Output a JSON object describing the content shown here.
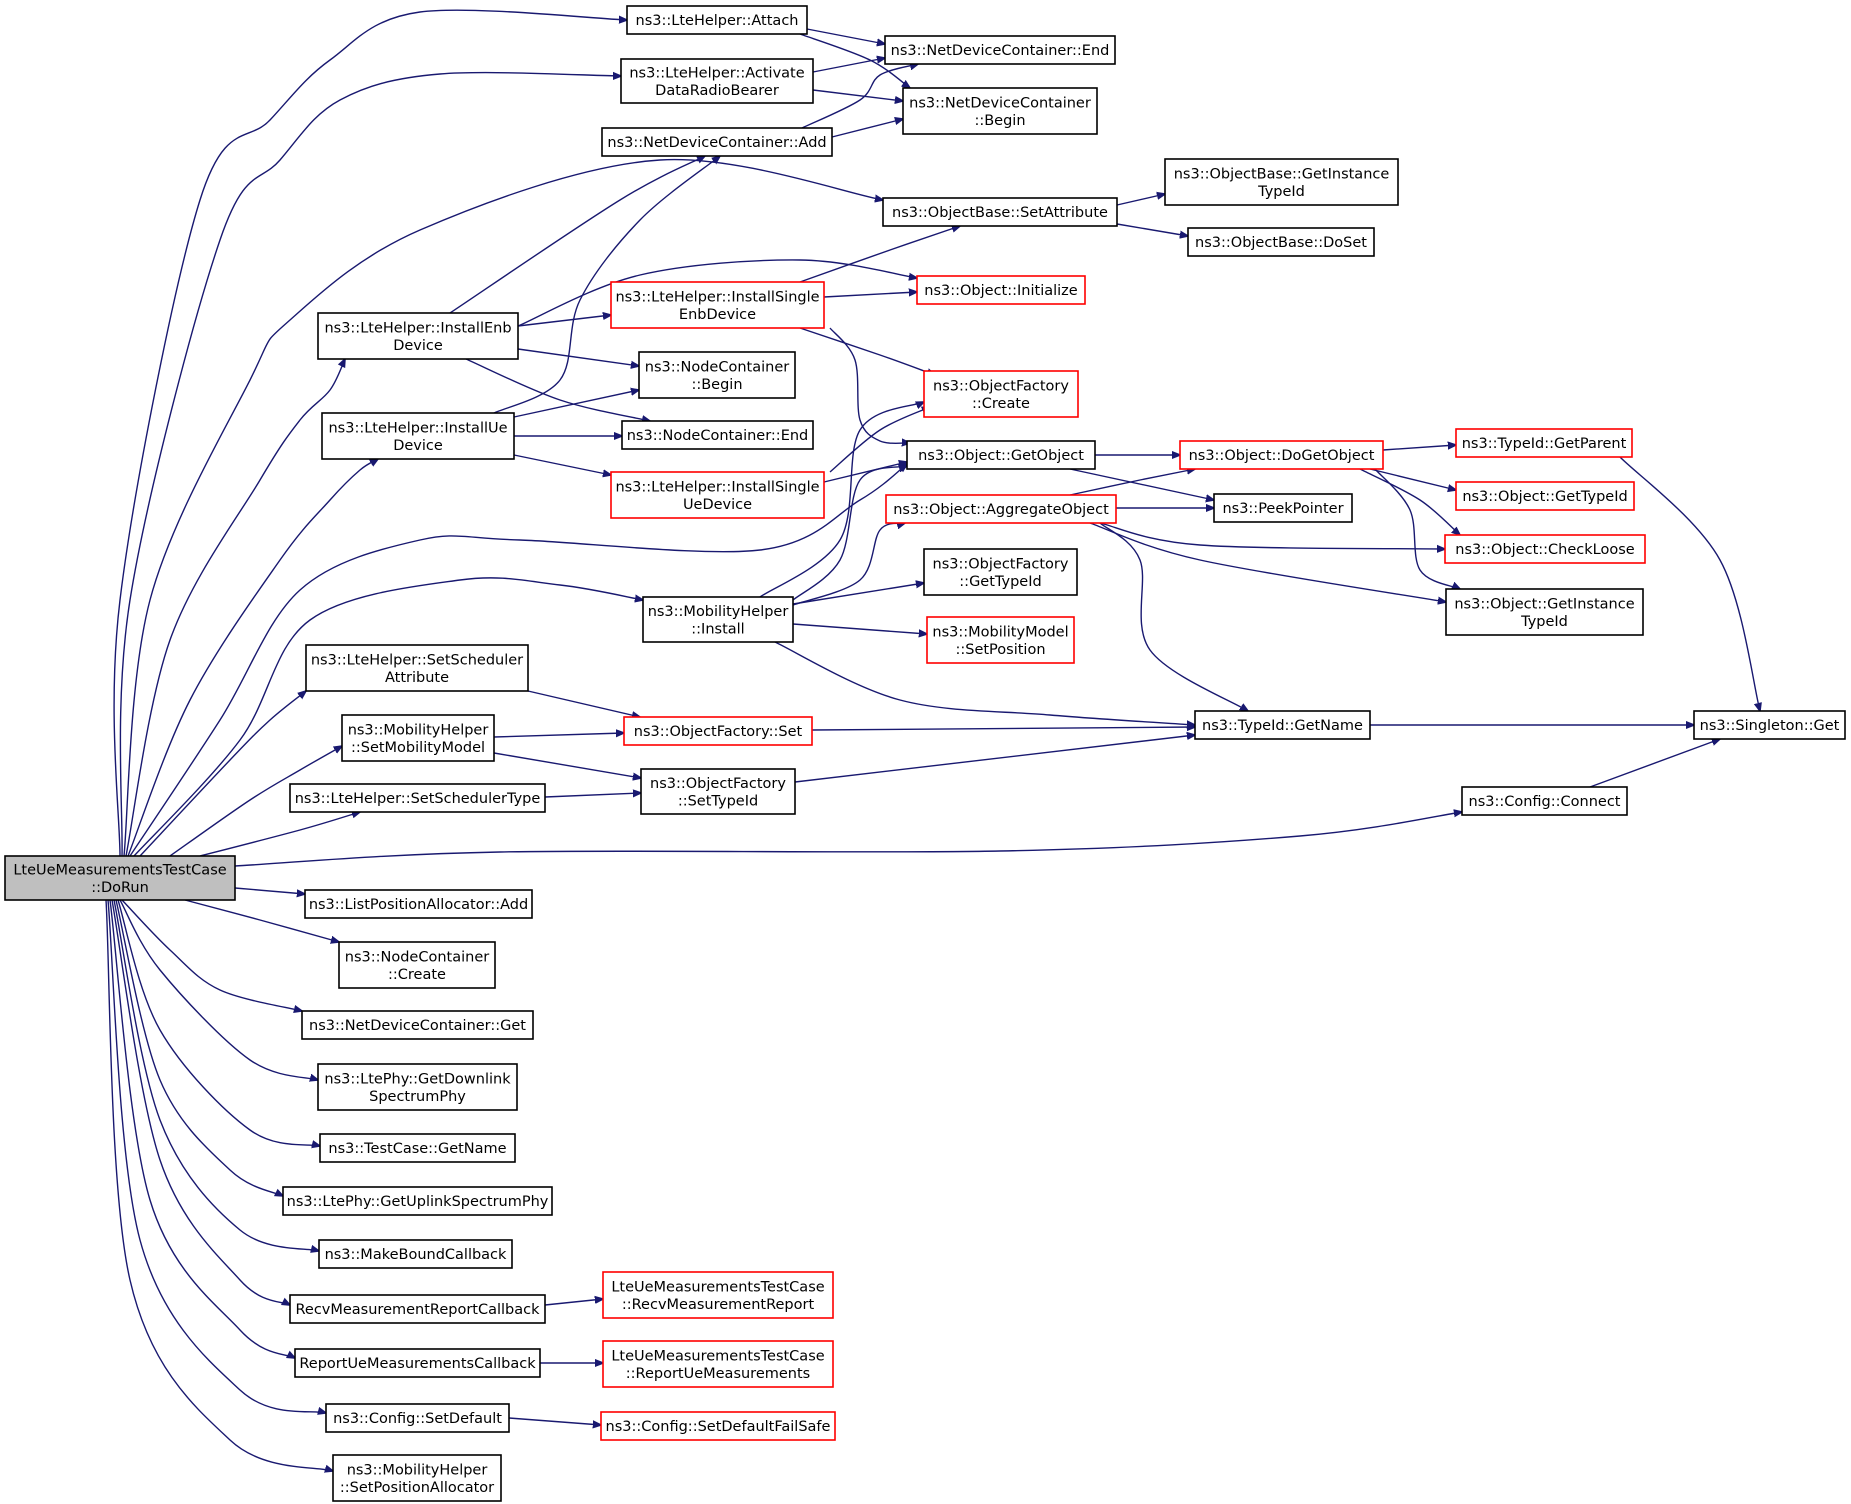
{
  "graph": {
    "edge_color": "#191970",
    "boundary_color_red": "#ff0000",
    "root_fill": "#bfbfbf",
    "nodes": [
      {
        "id": "doRun",
        "lines": [
          "LteUeMeasurementsTestCase",
          "::DoRun"
        ],
        "style": "root"
      },
      {
        "id": "attach",
        "lines": [
          "ns3::LteHelper::Attach"
        ],
        "style": "black"
      },
      {
        "id": "activateDRB",
        "lines": [
          "ns3::LteHelper::Activate",
          "DataRadioBearer"
        ],
        "style": "black"
      },
      {
        "id": "ndcAdd",
        "lines": [
          "ns3::NetDeviceContainer::Add"
        ],
        "style": "black"
      },
      {
        "id": "ndcEnd",
        "lines": [
          "ns3::NetDeviceContainer::End"
        ],
        "style": "black"
      },
      {
        "id": "ndcBegin",
        "lines": [
          "ns3::NetDeviceContainer",
          "::Begin"
        ],
        "style": "black"
      },
      {
        "id": "obGetInstanceTypeId",
        "lines": [
          "ns3::ObjectBase::GetInstance",
          "TypeId"
        ],
        "style": "black"
      },
      {
        "id": "obSetAttribute",
        "lines": [
          "ns3::ObjectBase::SetAttribute"
        ],
        "style": "black"
      },
      {
        "id": "obDoSet",
        "lines": [
          "ns3::ObjectBase::DoSet"
        ],
        "style": "black"
      },
      {
        "id": "objInitialize",
        "lines": [
          "ns3::Object::Initialize"
        ],
        "style": "red"
      },
      {
        "id": "installSingleEnb",
        "lines": [
          "ns3::LteHelper::InstallSingle",
          "EnbDevice"
        ],
        "style": "red"
      },
      {
        "id": "installEnb",
        "lines": [
          "ns3::LteHelper::InstallEnb",
          "Device"
        ],
        "style": "black"
      },
      {
        "id": "ncBegin",
        "lines": [
          "ns3::NodeContainer",
          "::Begin"
        ],
        "style": "black"
      },
      {
        "id": "ofCreate",
        "lines": [
          "ns3::ObjectFactory",
          "::Create"
        ],
        "style": "red"
      },
      {
        "id": "installUe",
        "lines": [
          "ns3::LteHelper::InstallUe",
          "Device"
        ],
        "style": "black"
      },
      {
        "id": "ncEnd",
        "lines": [
          "ns3::NodeContainer::End"
        ],
        "style": "black"
      },
      {
        "id": "objGetObject",
        "lines": [
          "ns3::Object::GetObject"
        ],
        "style": "black"
      },
      {
        "id": "objDoGetObject",
        "lines": [
          "ns3::Object::DoGetObject"
        ],
        "style": "red"
      },
      {
        "id": "tidGetParent",
        "lines": [
          "ns3::TypeId::GetParent"
        ],
        "style": "red"
      },
      {
        "id": "installSingleUe",
        "lines": [
          "ns3::LteHelper::InstallSingle",
          "UeDevice"
        ],
        "style": "red"
      },
      {
        "id": "objAggregate",
        "lines": [
          "ns3::Object::AggregateObject"
        ],
        "style": "red"
      },
      {
        "id": "peekPointer",
        "lines": [
          "ns3::PeekPointer"
        ],
        "style": "black"
      },
      {
        "id": "objGetTypeId",
        "lines": [
          "ns3::Object::GetTypeId"
        ],
        "style": "red"
      },
      {
        "id": "objCheckLoose",
        "lines": [
          "ns3::Object::CheckLoose"
        ],
        "style": "red"
      },
      {
        "id": "ofGetTypeId",
        "lines": [
          "ns3::ObjectFactory",
          "::GetTypeId"
        ],
        "style": "black"
      },
      {
        "id": "objGetInstanceTypeId",
        "lines": [
          "ns3::Object::GetInstance",
          "TypeId"
        ],
        "style": "black"
      },
      {
        "id": "mhInstall",
        "lines": [
          "ns3::MobilityHelper",
          "::Install"
        ],
        "style": "black"
      },
      {
        "id": "mmSetPosition",
        "lines": [
          "ns3::MobilityModel",
          "::SetPosition"
        ],
        "style": "red"
      },
      {
        "id": "setSchedAttr",
        "lines": [
          "ns3::LteHelper::SetScheduler",
          "Attribute"
        ],
        "style": "black"
      },
      {
        "id": "mhSetMobilityModel",
        "lines": [
          "ns3::MobilityHelper",
          "::SetMobilityModel"
        ],
        "style": "black"
      },
      {
        "id": "ofSet",
        "lines": [
          "ns3::ObjectFactory::Set"
        ],
        "style": "red"
      },
      {
        "id": "tidGetName",
        "lines": [
          "ns3::TypeId::GetName"
        ],
        "style": "black"
      },
      {
        "id": "singletonGet",
        "lines": [
          "ns3::Singleton::Get"
        ],
        "style": "black"
      },
      {
        "id": "setSchedType",
        "lines": [
          "ns3::LteHelper::SetSchedulerType"
        ],
        "style": "black"
      },
      {
        "id": "ofSetTypeId",
        "lines": [
          "ns3::ObjectFactory",
          "::SetTypeId"
        ],
        "style": "black"
      },
      {
        "id": "cfgConnect",
        "lines": [
          "ns3::Config::Connect"
        ],
        "style": "black"
      },
      {
        "id": "lpaAdd",
        "lines": [
          "ns3::ListPositionAllocator::Add"
        ],
        "style": "black"
      },
      {
        "id": "ncCreate",
        "lines": [
          "ns3::NodeContainer",
          "::Create"
        ],
        "style": "black"
      },
      {
        "id": "ndcGet",
        "lines": [
          "ns3::NetDeviceContainer::Get"
        ],
        "style": "black"
      },
      {
        "id": "phyGetDl",
        "lines": [
          "ns3::LtePhy::GetDownlink",
          "SpectrumPhy"
        ],
        "style": "black"
      },
      {
        "id": "tcGetName",
        "lines": [
          "ns3::TestCase::GetName"
        ],
        "style": "black"
      },
      {
        "id": "phyGetUl",
        "lines": [
          "ns3::LtePhy::GetUplinkSpectrumPhy"
        ],
        "style": "black"
      },
      {
        "id": "makeBoundCb",
        "lines": [
          "ns3::MakeBoundCallback"
        ],
        "style": "black"
      },
      {
        "id": "recvMrCb",
        "lines": [
          "RecvMeasurementReportCallback"
        ],
        "style": "black"
      },
      {
        "id": "recvMr",
        "lines": [
          "LteUeMeasurementsTestCase",
          "::RecvMeasurementReport"
        ],
        "style": "red"
      },
      {
        "id": "reportUeCb",
        "lines": [
          "ReportUeMeasurementsCallback"
        ],
        "style": "black"
      },
      {
        "id": "reportUe",
        "lines": [
          "LteUeMeasurementsTestCase",
          "::ReportUeMeasurements"
        ],
        "style": "red"
      },
      {
        "id": "cfgSetDefault",
        "lines": [
          "ns3::Config::SetDefault"
        ],
        "style": "black"
      },
      {
        "id": "cfgSetDefaultFs",
        "lines": [
          "ns3::Config::SetDefaultFailSafe"
        ],
        "style": "red"
      },
      {
        "id": "mhSetPosAlloc",
        "lines": [
          "ns3::MobilityHelper",
          "::SetPositionAllocator"
        ],
        "style": "black"
      }
    ]
  }
}
